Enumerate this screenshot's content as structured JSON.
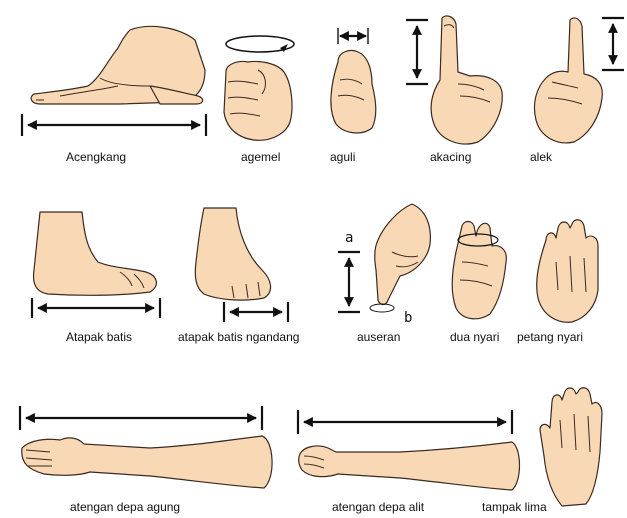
{
  "labels": {
    "acengkang": "Acengkang",
    "agemel": "agemel",
    "aguli": "aguli",
    "akacing": "akacing",
    "alek": "alek",
    "atapak_batis": "Atapak batis",
    "atapak_batis_ngandang": "atapak batis ngandang",
    "auseran": "auseran",
    "dua_nyari": "dua nyari",
    "petang_nyari": "petang nyari",
    "atengan_depa_agung": "atengan depa agung",
    "atengan_depa_alit": "atengan depa alit",
    "tampak_lima": "tampak lima"
  },
  "markers": {
    "a": "a",
    "b": "b"
  },
  "colors": {
    "skin": "#f9d8b6",
    "outline": "#3a2a20",
    "arrow": "#111111"
  }
}
